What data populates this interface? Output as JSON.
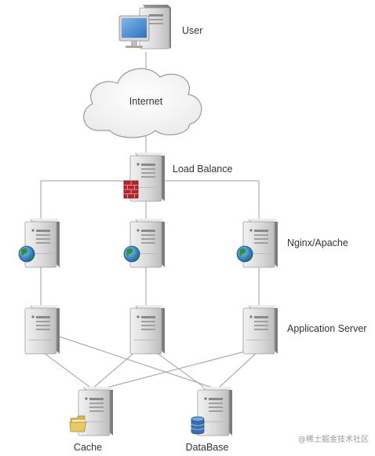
{
  "labels": {
    "user": "User",
    "internet": "Internet",
    "load_balance": "Load Balance",
    "web_tier": "Nginx/Apache",
    "app_tier": "Application Server",
    "cache": "Cache",
    "database": "DataBase"
  },
  "watermark": "@稀土掘金技术社区",
  "icons": {
    "user": "desktop-computer-icon",
    "internet": "cloud-icon",
    "load_balance": "server-firewall-icon",
    "web_tier": "server-globe-icon",
    "app_tier": "server-icon",
    "cache": "server-folder-icon",
    "database": "server-database-icon"
  },
  "colors": {
    "line": "#9e9e9e",
    "server_body": "#d9d9d9",
    "firewall": "#b3262b",
    "globe": "#2f8f3a",
    "database": "#3a6fb0",
    "folder": "#e8c964"
  }
}
